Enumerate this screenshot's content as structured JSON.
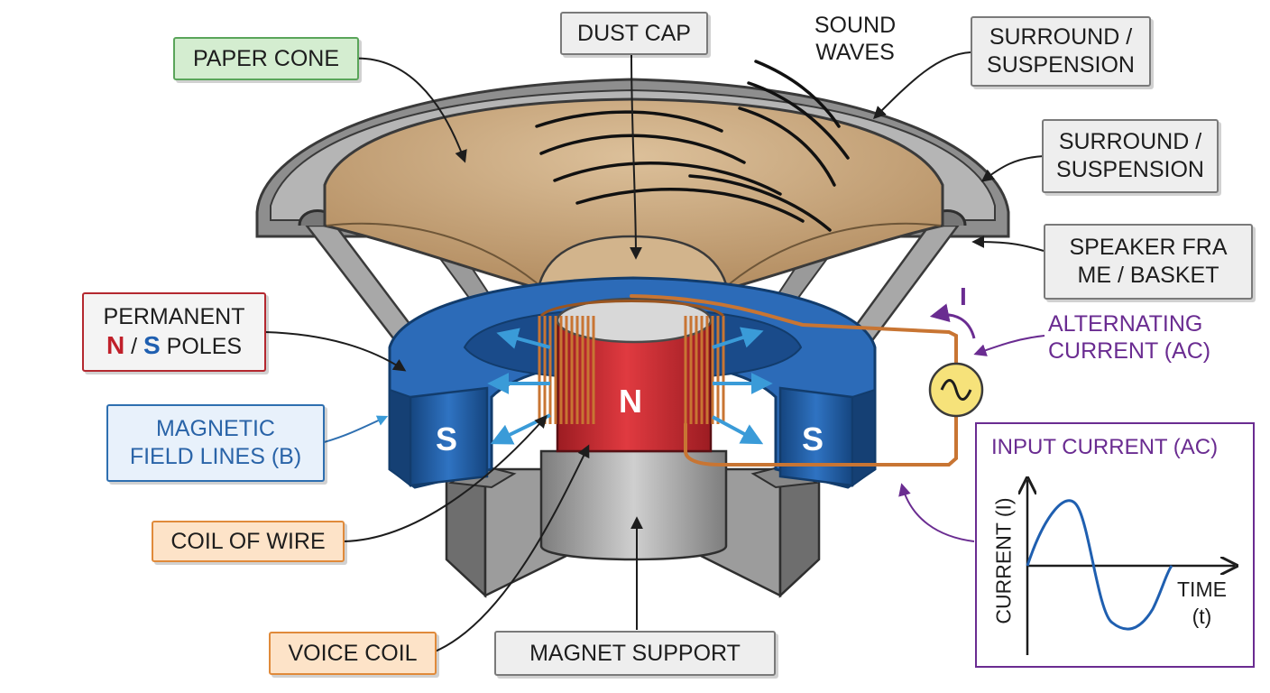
{
  "labels": {
    "paper_cone": "PAPER CONE",
    "dust_cap": "DUST CAP",
    "sound_waves": [
      "SOUND",
      "WAVES"
    ],
    "surround_top": [
      "SURROUND /",
      "SUSPENSION"
    ],
    "surround_mid": [
      "SURROUND /",
      "SUSPENSION"
    ],
    "speaker_frame": [
      "SPEAKER FRA",
      "ME / BASKET"
    ],
    "permanent_poles": {
      "line1": "PERMANENT",
      "n": "N",
      "sep": " / ",
      "s": "S",
      "rest": " POLES"
    },
    "magnetic_field": [
      "MAGNETIC",
      "FIELD LINES (B)"
    ],
    "coil_of_wire": "COIL OF WIRE",
    "voice_coil": "VOICE COIL",
    "magnet_support": "MAGNET SUPPORT",
    "alternating_current": [
      "ALTERNATING",
      "CURRENT (AC)"
    ],
    "current_symbol": "I"
  },
  "poles": {
    "north": "N",
    "south_left": "S",
    "south_right": "S"
  },
  "graph": {
    "title": "INPUT CURRENT (AC)",
    "ylabel": "CURRENT (I)",
    "xlabel": [
      "TIME",
      "(t)"
    ]
  },
  "colors": {
    "magnet_blue": "#1f5fb0",
    "north_red": "#c0202a",
    "cone_tan": "#c9a77d",
    "coil_copper": "#c87533",
    "frame_gray": "#8c8c8c",
    "ac_purple": "#6a2c91",
    "source_yellow": "#f6e27a"
  }
}
